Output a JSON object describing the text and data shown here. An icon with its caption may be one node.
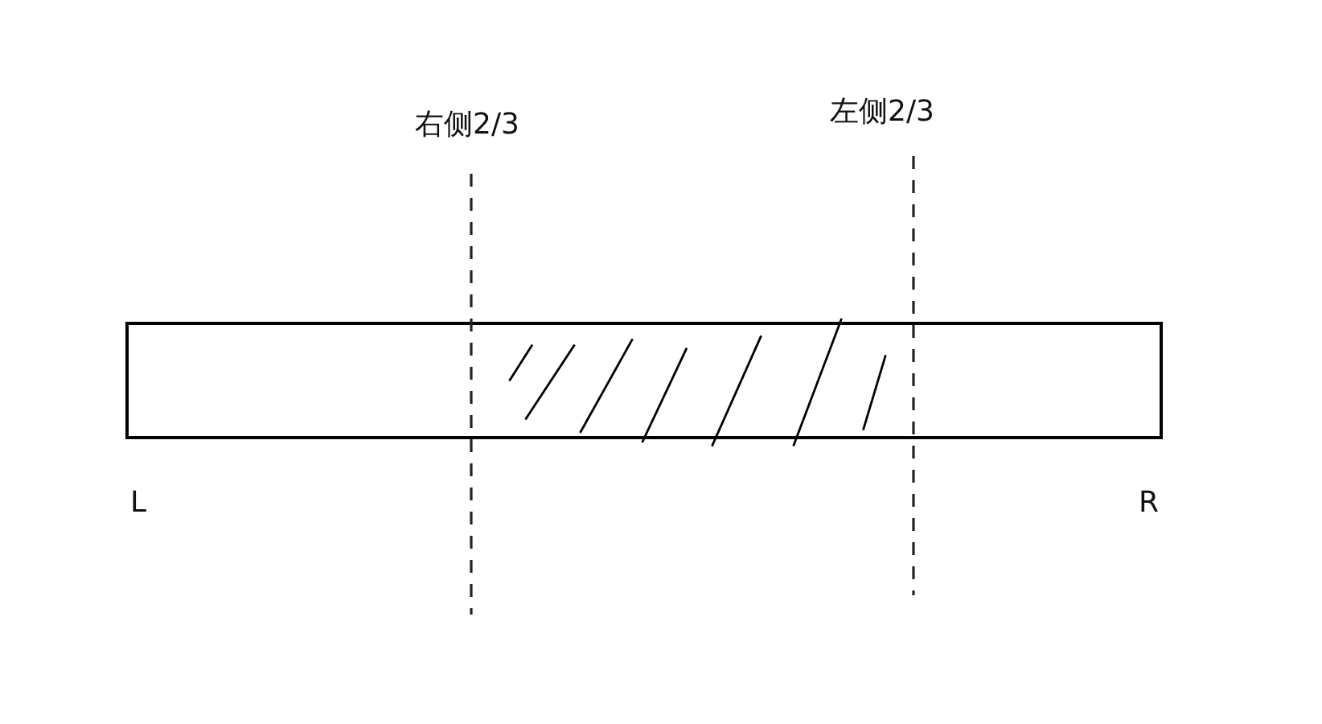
{
  "diagram": {
    "labels": [
      "右侧2/3",
      "左侧2/3",
      "L",
      "R"
    ]
  }
}
